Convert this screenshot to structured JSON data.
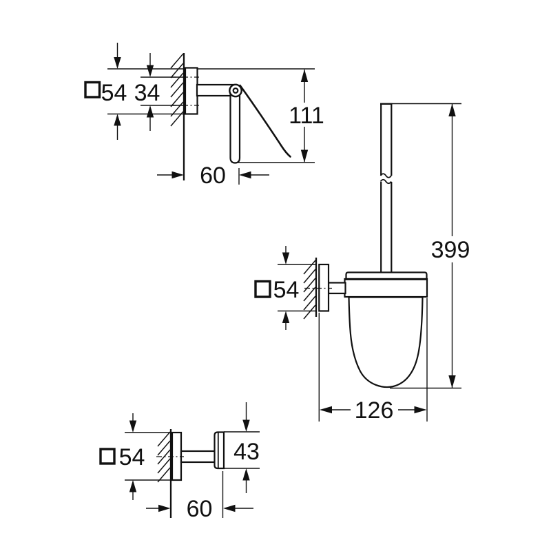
{
  "colors": {
    "background": "#ffffff",
    "line": "#111111"
  },
  "icons": {
    "square_dimension_symbol": "square-outline"
  },
  "dimensions": {
    "paper_holder": {
      "plate_size": "54",
      "mount_spacing": "34",
      "height": "111",
      "depth": "60"
    },
    "brush_holder": {
      "plate_size": "54",
      "height": "399",
      "width": "126"
    },
    "hook": {
      "plate_size": "54",
      "knob_height": "43",
      "depth": "60"
    }
  }
}
